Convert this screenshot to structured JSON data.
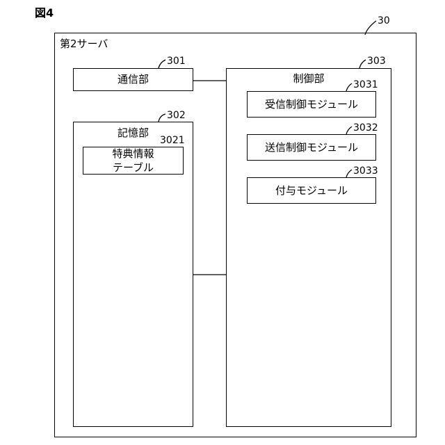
{
  "figure_label": "図4",
  "server": {
    "ref": "30",
    "label": "第2サーバ"
  },
  "comm": {
    "ref": "301",
    "label": "通信部"
  },
  "storage": {
    "ref": "302",
    "label": "記憶部",
    "table": {
      "ref": "3021",
      "line1": "特典情報",
      "line2": "テーブル"
    }
  },
  "control": {
    "ref": "303",
    "label": "制御部",
    "modules": [
      {
        "ref": "3031",
        "label": "受信制御モジュール"
      },
      {
        "ref": "3032",
        "label": "送信制御モジュール"
      },
      {
        "ref": "3033",
        "label": "付与モジュール"
      }
    ]
  }
}
